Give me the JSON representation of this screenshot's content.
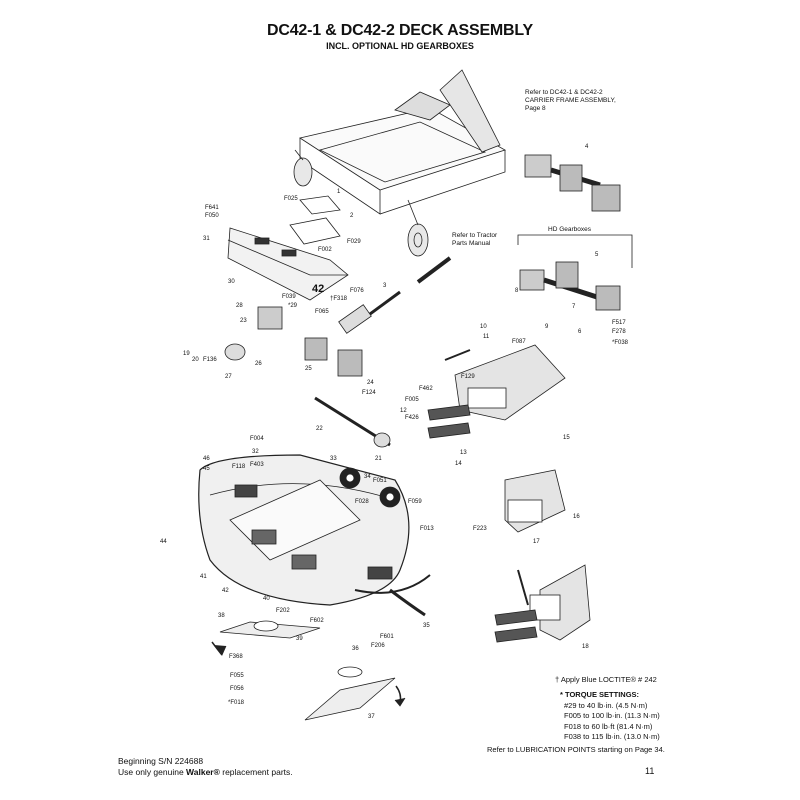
{
  "header": {
    "title": "DC42-1 & DC42-2 DECK ASSEMBLY",
    "subtitle": "INCL. OPTIONAL HD GEARBOXES"
  },
  "notes": {
    "carrier_ref": [
      "Refer to DC42-1 & DC42-2",
      "CARRIER FRAME ASSEMBLY,",
      "Page 8"
    ],
    "tractor_ref": [
      "Refer to Tractor",
      "Parts Manual"
    ],
    "hd_label": "HD Gearboxes"
  },
  "callouts": [
    {
      "id": "c1",
      "text": "1"
    },
    {
      "id": "c2",
      "text": "2"
    },
    {
      "id": "c3",
      "text": "3"
    },
    {
      "id": "c4",
      "text": "4"
    },
    {
      "id": "c5",
      "text": "5"
    },
    {
      "id": "c6",
      "text": "6"
    },
    {
      "id": "c7",
      "text": "7"
    },
    {
      "id": "c8",
      "text": "8"
    },
    {
      "id": "c9",
      "text": "9"
    },
    {
      "id": "c10",
      "text": "10"
    },
    {
      "id": "c11",
      "text": "11"
    },
    {
      "id": "c12",
      "text": "12"
    },
    {
      "id": "c13",
      "text": "13"
    },
    {
      "id": "c14",
      "text": "14"
    },
    {
      "id": "c15",
      "text": "15"
    },
    {
      "id": "c16",
      "text": "16"
    },
    {
      "id": "c17",
      "text": "17"
    },
    {
      "id": "c18",
      "text": "18"
    },
    {
      "id": "c19",
      "text": "19"
    },
    {
      "id": "c20",
      "text": "20"
    },
    {
      "id": "c21",
      "text": "21"
    },
    {
      "id": "c22",
      "text": "22"
    },
    {
      "id": "c23",
      "text": "23"
    },
    {
      "id": "c24",
      "text": "24"
    },
    {
      "id": "c25",
      "text": "25"
    },
    {
      "id": "c26",
      "text": "26"
    },
    {
      "id": "c27",
      "text": "27"
    },
    {
      "id": "c28",
      "text": "28"
    },
    {
      "id": "c29",
      "text": "*29"
    },
    {
      "id": "c30",
      "text": "30"
    },
    {
      "id": "c31",
      "text": "31"
    },
    {
      "id": "c32",
      "text": "32"
    },
    {
      "id": "c33",
      "text": "33"
    },
    {
      "id": "c34",
      "text": "34"
    },
    {
      "id": "c35",
      "text": "35"
    },
    {
      "id": "c36",
      "text": "36"
    },
    {
      "id": "c37",
      "text": "37"
    },
    {
      "id": "c38",
      "text": "38"
    },
    {
      "id": "c39",
      "text": "39"
    },
    {
      "id": "c40",
      "text": "40"
    },
    {
      "id": "c41",
      "text": "41"
    },
    {
      "id": "c42",
      "text": "42"
    },
    {
      "id": "c44",
      "text": "44"
    },
    {
      "id": "c45",
      "text": "45"
    },
    {
      "id": "c46",
      "text": "46"
    },
    {
      "id": "cF002",
      "text": "F002"
    },
    {
      "id": "cF004",
      "text": "F004"
    },
    {
      "id": "cF005",
      "text": "F005"
    },
    {
      "id": "cF013",
      "text": "F013"
    },
    {
      "id": "cF018",
      "text": "*F018"
    },
    {
      "id": "cF025",
      "text": "F025"
    },
    {
      "id": "cF028",
      "text": "F028"
    },
    {
      "id": "cF029",
      "text": "F029"
    },
    {
      "id": "cF038",
      "text": "*F038"
    },
    {
      "id": "cF039",
      "text": "F039"
    },
    {
      "id": "cF050",
      "text": "F050"
    },
    {
      "id": "cF051",
      "text": "F051"
    },
    {
      "id": "cF055",
      "text": "F055"
    },
    {
      "id": "cF056",
      "text": "F056"
    },
    {
      "id": "cF059",
      "text": "F059"
    },
    {
      "id": "cF065",
      "text": "F065"
    },
    {
      "id": "cF076",
      "text": "F076"
    },
    {
      "id": "cF087",
      "text": "F087"
    },
    {
      "id": "cF118",
      "text": "F118"
    },
    {
      "id": "cF124",
      "text": "F124"
    },
    {
      "id": "cF129",
      "text": "F129"
    },
    {
      "id": "cF136",
      "text": "F136"
    },
    {
      "id": "cF202",
      "text": "F202"
    },
    {
      "id": "cF206",
      "text": "F206"
    },
    {
      "id": "cF223",
      "text": "F223"
    },
    {
      "id": "cF278",
      "text": "F278"
    },
    {
      "id": "cF318",
      "text": "†F318"
    },
    {
      "id": "cF368",
      "text": "F368"
    },
    {
      "id": "cF403",
      "text": "F403"
    },
    {
      "id": "cF426",
      "text": "F426"
    },
    {
      "id": "cF462",
      "text": "F462"
    },
    {
      "id": "cF517",
      "text": "F517"
    },
    {
      "id": "cF601",
      "text": "F601"
    },
    {
      "id": "cF602",
      "text": "F602"
    },
    {
      "id": "cF641",
      "text": "F641"
    }
  ],
  "loctite": "† Apply Blue LOCTITE® # 242",
  "torque": {
    "heading": "* TORQUE SETTINGS:",
    "rows": [
      "#29 to 40 lb·in. (4.5 N·m)",
      "F005 to 100 lb·in. (11.3 N·m)",
      "F018 to 60 lb·ft (81.4 N·m)",
      "F038 to 115 lb·in. (13.0 N·m)"
    ]
  },
  "lube_ref": "Refer to LUBRICATION POINTS starting on Page 34.",
  "footer": {
    "serial": "Beginning S/N 224688",
    "genuine_pre": "Use only genuine ",
    "brand": "Walker®",
    "genuine_post": " replacement parts.",
    "page_number": "11"
  }
}
